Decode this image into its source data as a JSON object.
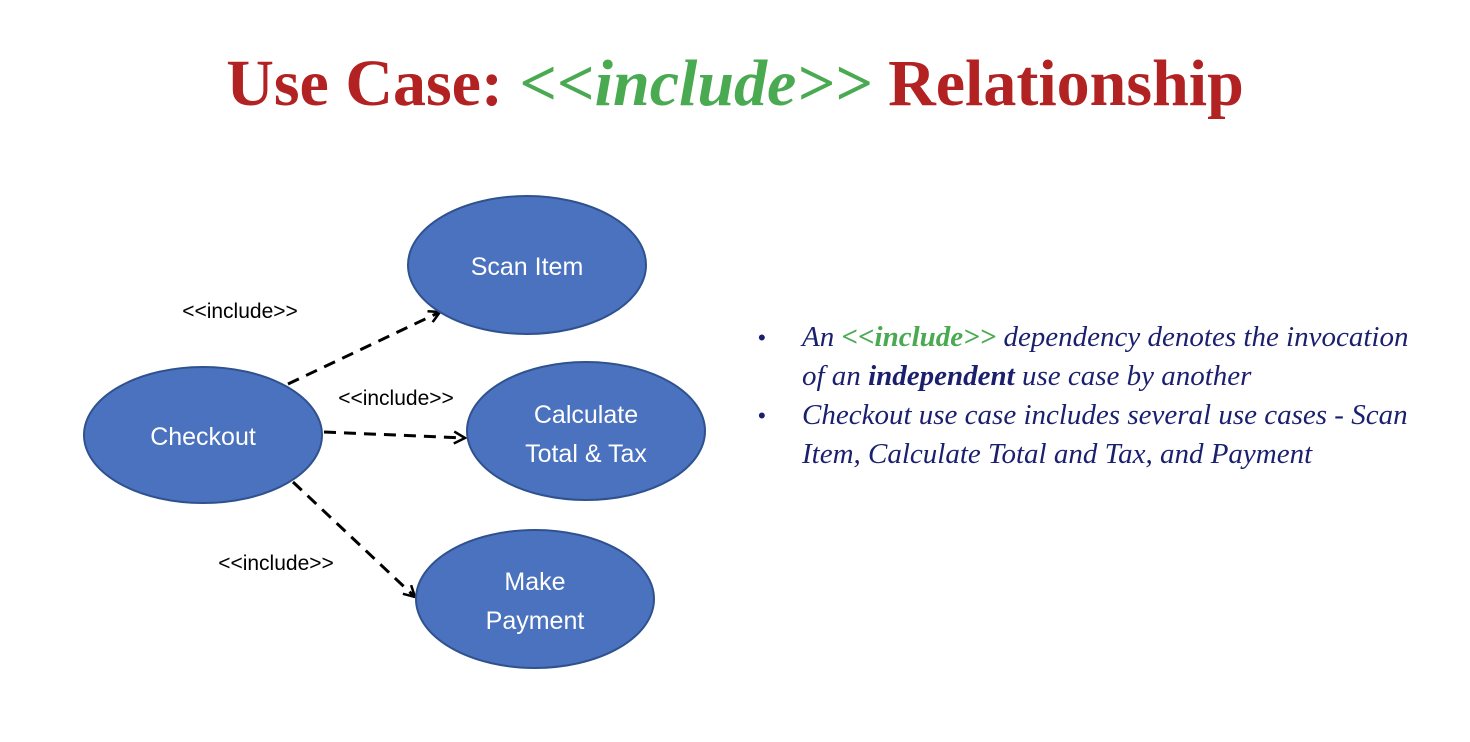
{
  "title": {
    "prefix": "Use Case: ",
    "keyword": "<<include>>",
    "suffix": " Relationship"
  },
  "diagram": {
    "use_cases": {
      "checkout": "Checkout",
      "scan_item": "Scan Item",
      "calculate_line1": "Calculate",
      "calculate_line2": "Total & Tax",
      "payment_line1": "Make",
      "payment_line2": "Payment"
    },
    "relationships": {
      "scan_item": "<<include>>",
      "calculate": "<<include>>",
      "payment": "<<include>>"
    }
  },
  "notes": {
    "item1": {
      "part1": "An ",
      "keyword": "<<include>>",
      "part2": " dependency denotes the invocation of an ",
      "emphasis": "independent",
      "part3": " use case by another"
    },
    "item2": {
      "text": "Checkout use case includes several use cases - Scan Item, Calculate Total and Tax, and Payment"
    },
    "bullet": "•"
  },
  "colors": {
    "title_red": "#b22222",
    "keyword_green": "#4aaa52",
    "ellipse_fill": "#4a72bf",
    "ellipse_stroke": "#2f528f",
    "note_navy": "#1a1f6e"
  }
}
